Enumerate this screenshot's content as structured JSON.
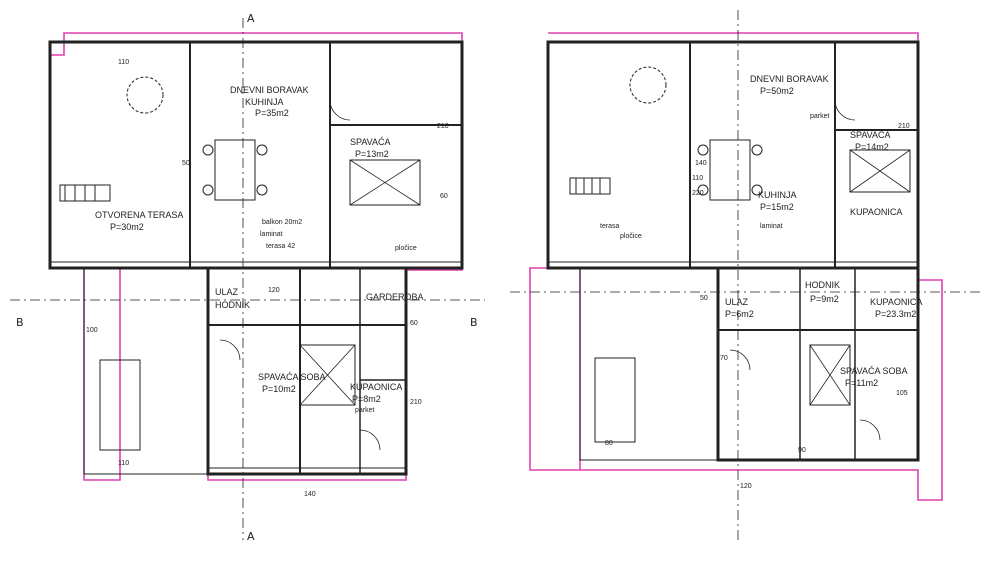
{
  "colors": {
    "outline": "#e040b0",
    "wall": "#222222",
    "dim": "#777777"
  },
  "watermark": "",
  "axis_markers": {
    "A": "A",
    "B": "B"
  },
  "left_plan": {
    "rooms": [
      {
        "name": "DNEVNI BORAVAK",
        "area": ""
      },
      {
        "name": "KUHINJA",
        "area": "P=35m2"
      },
      {
        "name": "SPAVAĆA",
        "area": "P=13m2"
      },
      {
        "name": "OTVORENA TERASA",
        "area": "P=30m2"
      },
      {
        "name": "ULAZ",
        "area": ""
      },
      {
        "name": "HODNIK",
        "area": ""
      },
      {
        "name": "SPAVAĆA SOBA",
        "area": "P=10m2"
      },
      {
        "name": "KUPAONICA",
        "area": "P=8m2"
      },
      {
        "name": "GARDEROBA",
        "area": ""
      }
    ],
    "notes": [
      "pločice",
      "parket",
      "laminat",
      "balkon 20m2",
      "terasa 42"
    ],
    "dims": [
      "110",
      "210",
      "60",
      "50",
      "120",
      "100",
      "140",
      "210",
      "60",
      "110"
    ]
  },
  "right_plan": {
    "rooms": [
      {
        "name": "DNEVNI BORAVAK",
        "area": "P=50m2"
      },
      {
        "name": "SPAVAĆA",
        "area": "P=14m2"
      },
      {
        "name": "KUHINJA",
        "area": "P=15m2"
      },
      {
        "name": "KUPAONICA",
        "area": ""
      },
      {
        "name": "HODNIK",
        "area": "P=9m2"
      },
      {
        "name": "SPAVAĆA SOBA",
        "area": "P=11m2"
      },
      {
        "name": "KUPAONICA",
        "area": "P=23.3m2"
      },
      {
        "name": "ULAZ",
        "area": "P=6m2"
      }
    ],
    "notes": [
      "pločice",
      "parket",
      "laminat",
      "terasa"
    ],
    "dims": [
      "210",
      "140",
      "110",
      "220",
      "50",
      "70",
      "105",
      "90",
      "120",
      "80"
    ]
  }
}
